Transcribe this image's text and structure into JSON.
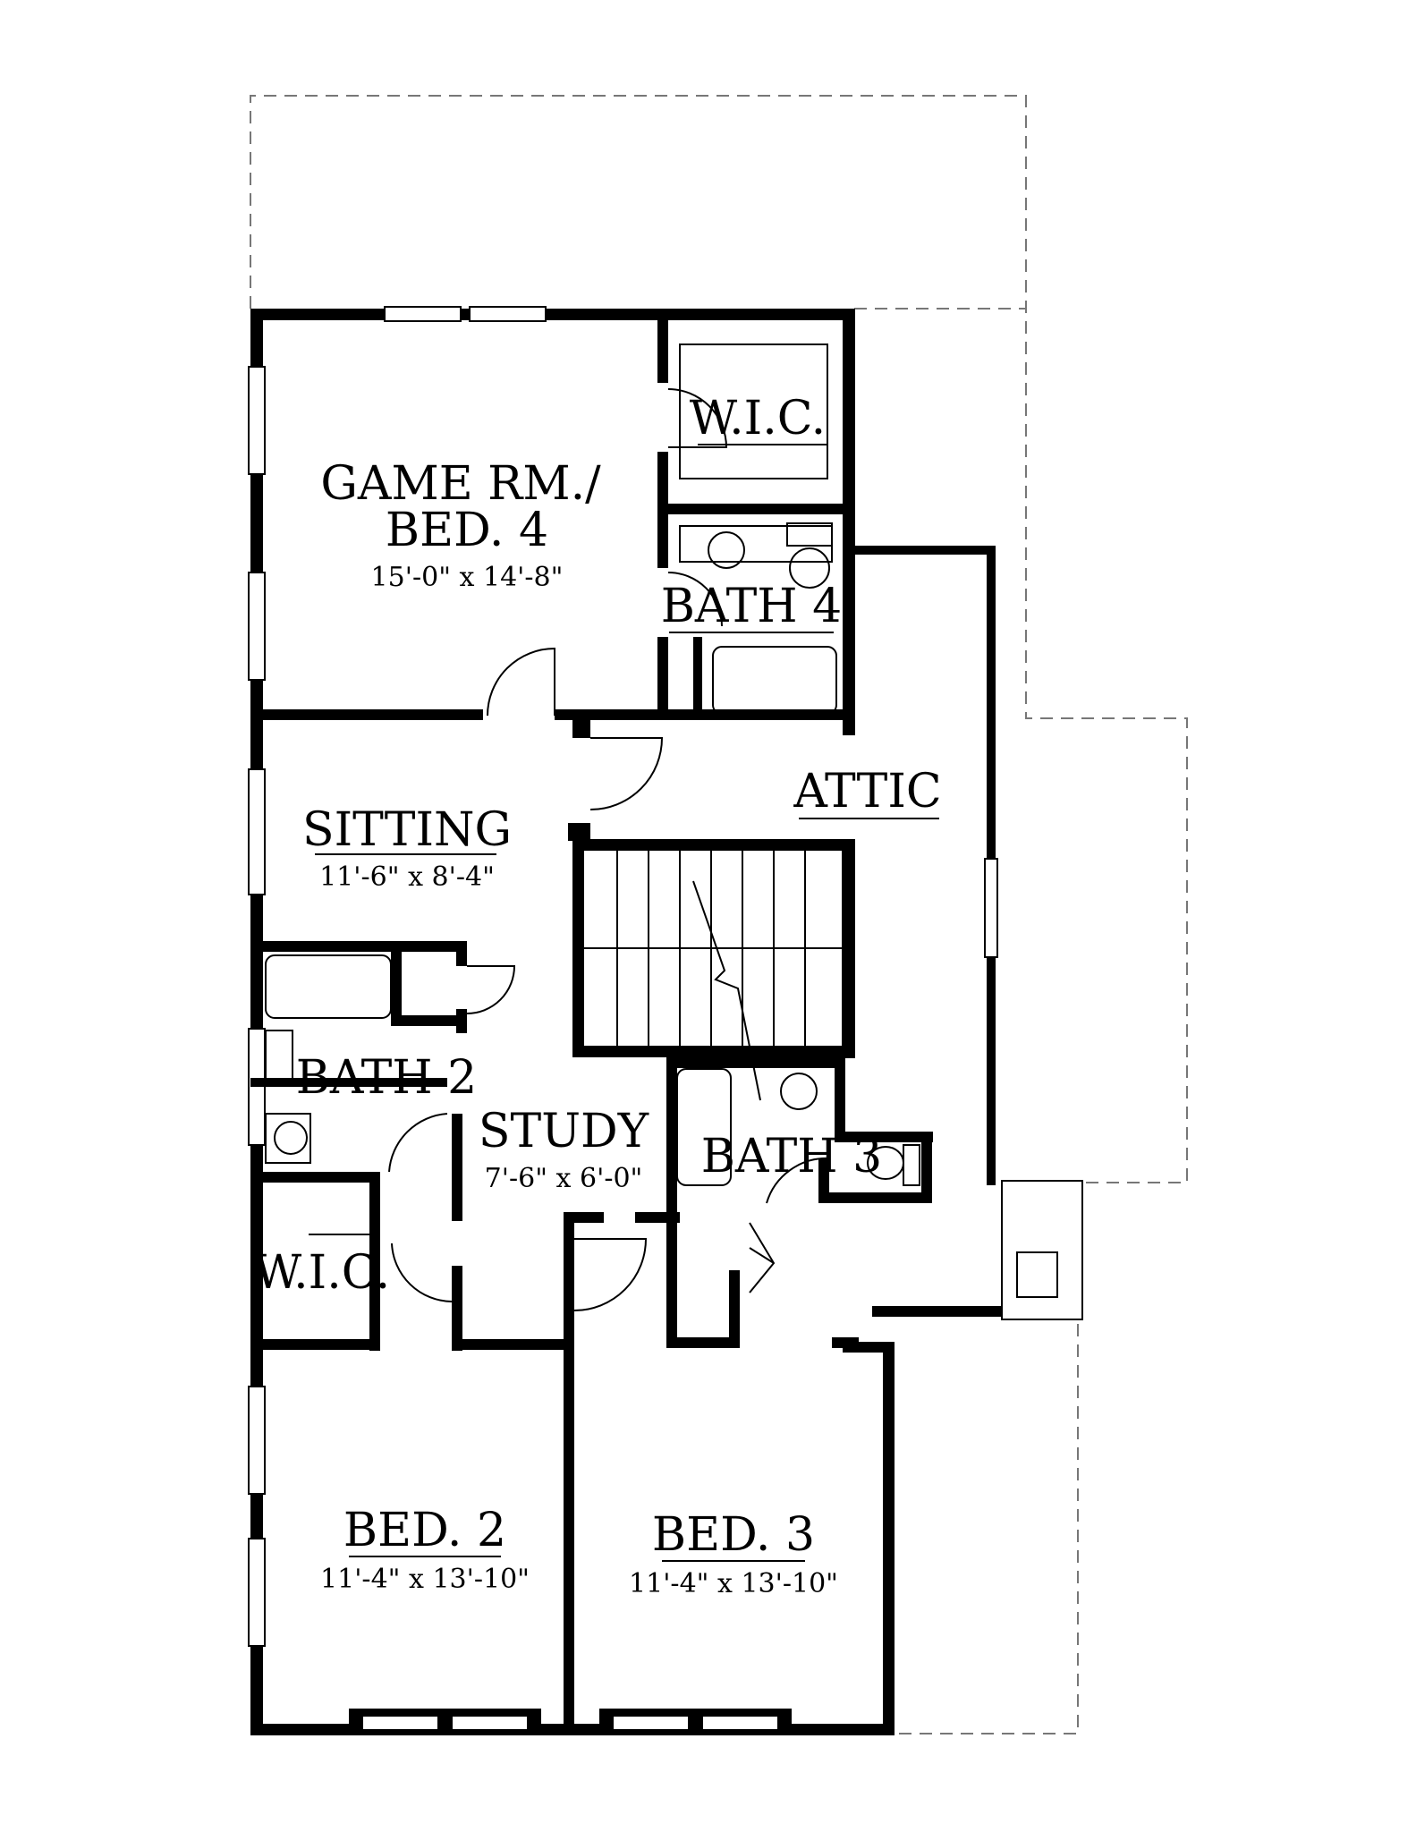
{
  "rooms": {
    "game_bed4": {
      "name_line1": "GAME RM./",
      "name_line2": "BED. 4",
      "dims": "15'-0\" x 14'-8\""
    },
    "wic_upper": {
      "name": "W.I.C."
    },
    "bath4": {
      "name": "BATH 4"
    },
    "attic": {
      "name": "ATTIC"
    },
    "sitting": {
      "name": "SITTING",
      "dims": "11'-6\" x 8'-4\""
    },
    "bath2": {
      "name": "BATH 2"
    },
    "study": {
      "name": "STUDY",
      "dims": "7'-6\" x 6'-0\""
    },
    "bath3": {
      "name": "BATH 3"
    },
    "wic_lower": {
      "name": "W.I.C."
    },
    "bed2": {
      "name": "BED. 2",
      "dims": "11'-4\" x 13'-10\""
    },
    "bed3": {
      "name": "BED. 3",
      "dims": "11'-4\" x 13'-10\""
    }
  }
}
